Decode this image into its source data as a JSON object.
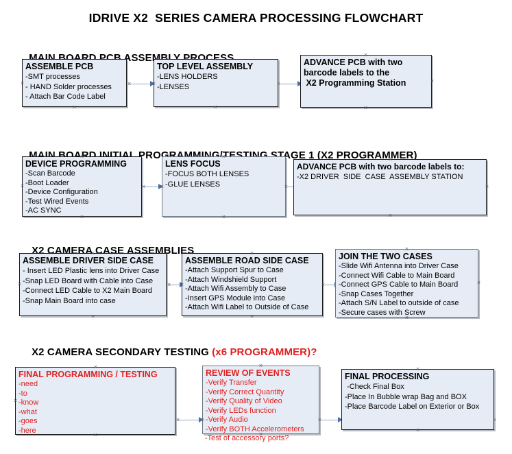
{
  "document": {
    "title": "IDRIVE X2  SERIES CAMERA PROCESSING FLOWCHART",
    "accent_red": "#e02020",
    "box_fill": "#e6ecf5",
    "connector_color": "#93a8c4"
  },
  "sections": [
    {
      "id": "section-1",
      "heading": "MAIN BOARD PCB ASSEMBLY PROCESS",
      "heading_accent": "",
      "boxes": [
        {
          "id": "assemble-pcb",
          "title": "ASSEMBLE PCB",
          "lines": [
            "-SMT processes",
            "- HAND Solder processes",
            "- Attach Bar Code Label"
          ]
        },
        {
          "id": "top-level-assembly",
          "title": "TOP LEVEL ASSEMBLY",
          "lines": [
            "-LENS HOLDERS",
            "-LENSES"
          ]
        },
        {
          "id": "advance-pcb-station",
          "title": "ADVANCE PCB with two",
          "lines": [
            "barcode labels to the",
            " X2 Programming Station"
          ]
        }
      ]
    },
    {
      "id": "section-2",
      "heading": "MAIN BOARD INITIAL PROGRAMMING/TESTING STAGE 1 (X2 PROGRAMMER)",
      "heading_accent": "",
      "boxes": [
        {
          "id": "device-programming",
          "title": "DEVICE PROGRAMMING",
          "lines": [
            "-Scan Barcode",
            "-Boot Loader",
            "-Device Configuration",
            "-Test Wired Events",
            "-AC SYNC"
          ]
        },
        {
          "id": "lens-focus",
          "title": "LENS FOCUS",
          "lines": [
            "-FOCUS BOTH LENSES",
            "-GLUE LENSES"
          ]
        },
        {
          "id": "advance-pcb-driver-case",
          "title": "ADVANCE PCB with two barcode labels to:",
          "lines": [
            "-X2 DRIVER  SIDE  CASE  ASSEMBLY STATION"
          ]
        }
      ]
    },
    {
      "id": "section-3",
      "heading": "X2 CAMERA CASE ASSEMBLIES",
      "heading_accent": "",
      "boxes": [
        {
          "id": "assemble-driver-side-case",
          "title": "ASSEMBLE DRIVER SIDE CASE",
          "lines": [
            "- Insert LED Plastic lens into Driver Case",
            "-Snap LED Board with Cable into Case",
            "-Connect LED Cable to X2 Main Board",
            "-Snap Main Board into case"
          ]
        },
        {
          "id": "assemble-road-side-case",
          "title": "ASSEMBLE ROAD SIDE CASE",
          "lines": [
            "-Attach Support Spur to Case",
            "-Attach Windshield Support",
            "-Attach Wifi Assembly to Case",
            "-Insert GPS Module into Case",
            "-Attach Wifi Label to Outside of Case"
          ]
        },
        {
          "id": "join-the-two-cases",
          "title": "JOIN THE TWO CASES",
          "lines": [
            "-Slide Wifi Antenna into Driver Case",
            "-Connect Wifi Cable to Main Board",
            "-Connect GPS Cable to Main Board",
            "-Snap Cases Together",
            "-Attach S/N Label to outside of case",
            "-Secure cases with Screw"
          ]
        }
      ]
    },
    {
      "id": "section-4",
      "heading": "X2 CAMERA SECONDARY TESTING ",
      "heading_accent": "(x6 PROGRAMMER)?",
      "boxes": [
        {
          "id": "final-programming-testing",
          "title": "FINAL PROGRAMMING / TESTING",
          "lines": [
            "-need",
            "-to",
            "-know",
            "-what",
            "-goes",
            "-here"
          ]
        },
        {
          "id": "review-of-events",
          "title": "REVIEW OF EVENTS",
          "lines": [
            "-Verify Transfer",
            "-Verify Correct Quantity",
            "-Verify Quality of Video",
            "-Verify LEDs function",
            "-Verify Audio",
            "-Verify BOTH Accelerometers"
          ],
          "overflow_line": "-Test of accessory ports?"
        },
        {
          "id": "final-processing",
          "title": "FINAL PROCESSING",
          "lines": [
            " -Check Final Box",
            "-Place In Bubble wrap Bag and BOX",
            "-Place Barcode Label on Exterior or Box"
          ]
        }
      ]
    }
  ]
}
